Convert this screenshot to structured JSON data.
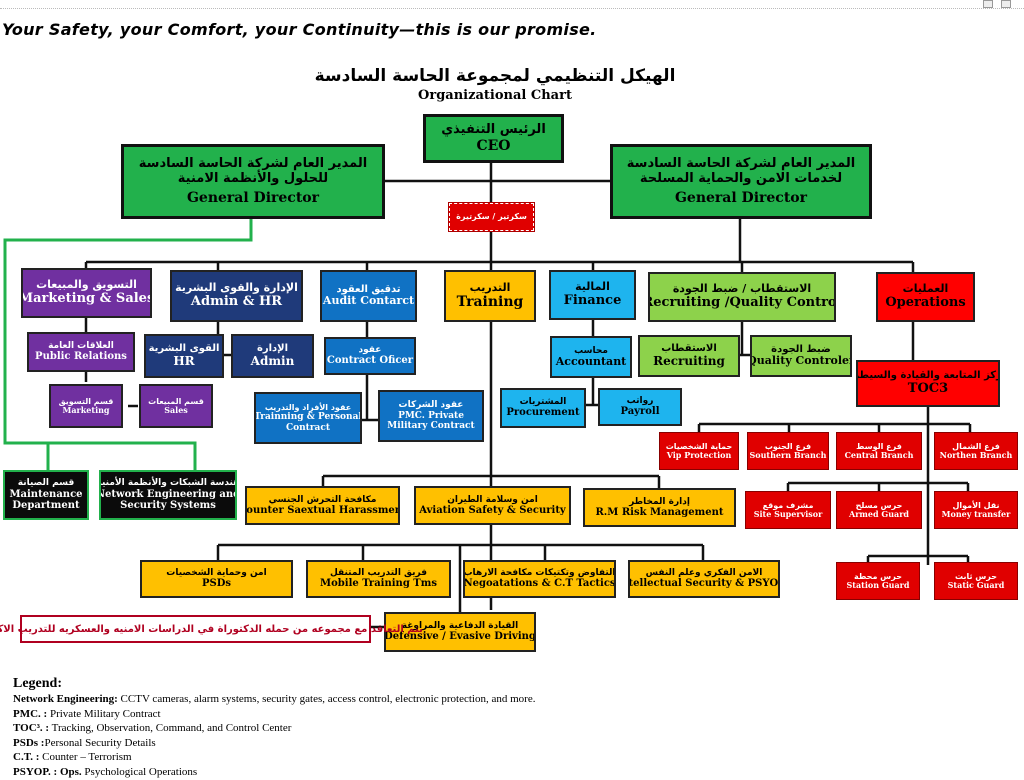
{
  "tagline": "Your Safety, your Comfort, your Continuity—this is our promise.",
  "title_ar": "الهيكل التنظيمي لمجموعة الحاسة السادسة",
  "title_en": "Organizational Chart",
  "secretary_note": "سكرتير / سكرتيرة",
  "academic_note": "يتم التعاقد مع مجموعه من حمله الدكتوراة في الدراسات الامنيه والعسكريه للتدريب الاكاديمي",
  "boxes": {
    "ceo": {
      "ar": "الرئيس التنفيذي",
      "en": "CEO"
    },
    "gd_left": {
      "ar": "المدير العام لشركة الحاسة السادسة",
      "ar2": "للحلول والأنظمة الامنية",
      "en": "General Director"
    },
    "gd_right": {
      "ar": "المدير العام لشركة الحاسة السادسة",
      "ar2": "لخدمات الامن والحماية المسلحة",
      "en": "General Director"
    },
    "marketing_sales": {
      "ar": "التسويق والمبيعات",
      "en": "Marketing & Sales"
    },
    "public_relations": {
      "ar": "العلاقات العامة",
      "en": "Public Relations"
    },
    "marketing": {
      "ar": "قسم التسويق",
      "en": "Marketing"
    },
    "sales": {
      "ar": "قسم المبيعات",
      "en": "Sales"
    },
    "admin_hr": {
      "ar": "الإدارة والقوى البشرية",
      "en": "Admin & HR"
    },
    "hr": {
      "ar": "القوى البشرية",
      "en": "HR"
    },
    "admin": {
      "ar": "الإدارة",
      "en": "Admin"
    },
    "audit": {
      "ar": "تدقيق العقود",
      "en": "Audit Contarct"
    },
    "contract_officer": {
      "ar": "عقود",
      "en": "Contract Oficer"
    },
    "training_contract": {
      "ar": "عقود الأفراد والتدريب",
      "en": "Trainning & Personal",
      "en2": "Contract"
    },
    "pmc_contract": {
      "ar": "عقود الشركات",
      "en": "PMC. Private",
      "en2": "Military  Contract"
    },
    "training": {
      "ar": "التدريب",
      "en": "Training"
    },
    "finance": {
      "ar": "المالية",
      "en": "Finance"
    },
    "accountant": {
      "ar": "محاسب",
      "en": "Accountant"
    },
    "procurement": {
      "ar": "المشتريات",
      "en": "Procurement"
    },
    "payroll": {
      "ar": "رواتب",
      "en": "Payroll"
    },
    "recruiting_qc": {
      "ar": "الاستقطاب / ضبط الجودة",
      "en": "Recruiting /Quality Control"
    },
    "recruiting": {
      "ar": "الاستقطاب",
      "en": "Recruiting"
    },
    "quality_controler": {
      "ar": "ضبط الجودة",
      "en": "Quality Controler"
    },
    "operations": {
      "ar": "العمليات",
      "en": "Operations"
    },
    "toc3": {
      "ar": "مركز المتابعة والقيادة والسيطرة",
      "en": "TOC3"
    },
    "vip": {
      "ar": "حماية الشخصيات",
      "en": "Vip Protection"
    },
    "southern": {
      "ar": "فرع الجنوب",
      "en": "Southern Branch"
    },
    "central": {
      "ar": "فرع الوسط",
      "en": "Central Branch"
    },
    "northen": {
      "ar": "فرع الشمال",
      "en": "Northen Branch"
    },
    "site_supervisor": {
      "ar": "مشرف موقع",
      "en": "Site Supervisor"
    },
    "armed_guard": {
      "ar": "حرس مسلح",
      "en": "Armed Guard"
    },
    "money_transfer": {
      "ar": "نقل الأموال",
      "en": "Money transfer"
    },
    "station_guard": {
      "ar": "حرس محطة",
      "en": "Station Guard"
    },
    "static_guard": {
      "ar": "حرس ثابت",
      "en": "Static Guard"
    },
    "maintenance": {
      "ar": "قسم الصيانة",
      "en": "Maintenance",
      "en2": "Department"
    },
    "network_eng": {
      "ar": "هندسة الشبكات والأنظمة الأمنية",
      "en": "Network Engineering and",
      "en2": "Security Systems"
    },
    "sexual_harassment": {
      "ar": "مكافحة التحرش الجنسي",
      "en": "Counter Saextual Harassment"
    },
    "aviation": {
      "ar": "امن وسلامة الطيران",
      "en": "Aviation Safety & Security"
    },
    "risk": {
      "ar": "إدارة المخاطر",
      "en": "R.M Risk Management"
    },
    "psds": {
      "ar": "امن وحماية الشخصيات",
      "en": "PSDs"
    },
    "mobile_training": {
      "ar": "فريق التدريب المتنقل",
      "en": "Mobile Training Tms"
    },
    "negotiations": {
      "ar": "التفاوض وتكتيكات مكافحة الارهاب",
      "en": "Negoatations & C.T Tactics"
    },
    "intellectual": {
      "ar": "الامن الفكري وعلم النفس",
      "en": "Intellectual Security & PSYOPs"
    },
    "defensive": {
      "ar": "القيادة الدفاعية والمراوغة",
      "en": "Defensive / Evasive Driving"
    }
  },
  "legend": {
    "heading": "Legend:",
    "items": [
      {
        "term": "Network Engineering:",
        "desc": " CCTV cameras, alarm systems, security gates, access control, electronic protection, and more."
      },
      {
        "term": "PMC. :",
        "desc": " Private Military  Contract"
      },
      {
        "term": "TOC³. :",
        "desc": " Tracking, Observation, Command, and Control Center"
      },
      {
        "term": "PSDs :",
        "desc": "Personal Security Details"
      },
      {
        "term": "C.T. :",
        "desc": " Counter – Terrorism"
      },
      {
        "term": "PSYOP. : Ops.",
        "desc": " Psychological Operations"
      }
    ]
  },
  "colors": {
    "green": "#22b14c",
    "light_green": "#8dd24b",
    "purple": "#7030a0",
    "navy": "#1f3a7a",
    "blue": "#1072c4",
    "yellow": "#ffc000",
    "cyan": "#1eb4ee",
    "red": "#ff0000",
    "dark_red": "#b00020"
  }
}
